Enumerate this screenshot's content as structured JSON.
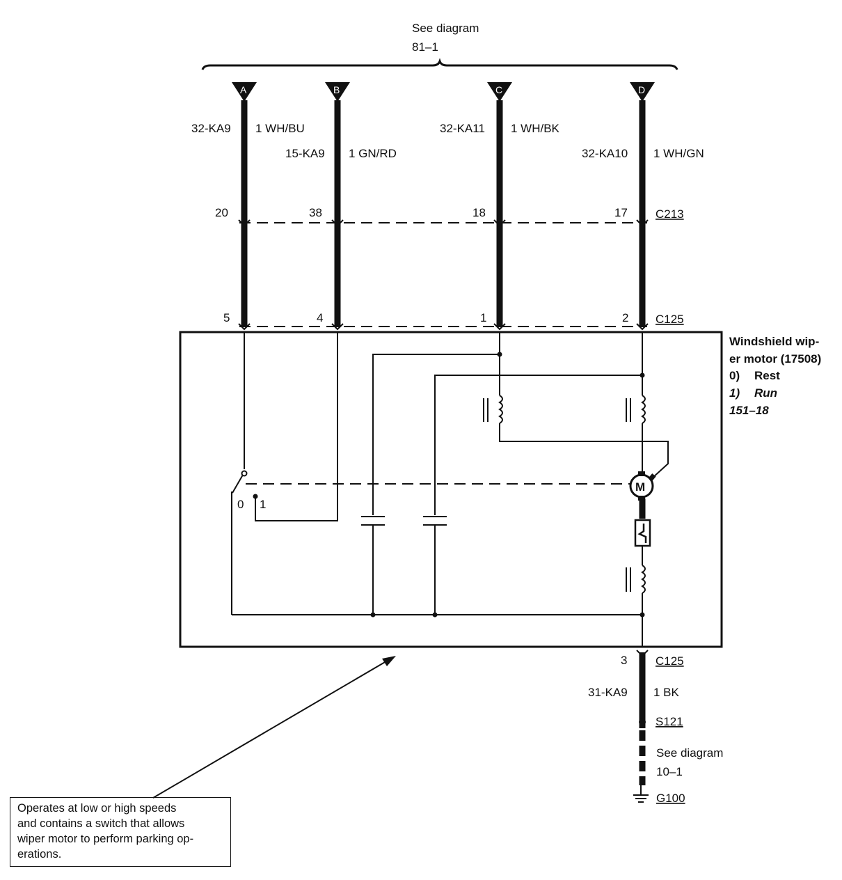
{
  "top_ref": {
    "line1": "See diagram",
    "line2": "81–1"
  },
  "terminals": [
    {
      "letter": "A",
      "circuit": "32-KA9",
      "wire": "1 WH/BU",
      "pin_c213": "20",
      "pin_c125": "5"
    },
    {
      "letter": "B",
      "circuit": "15-KA9",
      "wire": "1 GN/RD",
      "pin_c213": "38",
      "pin_c125": "4"
    },
    {
      "letter": "C",
      "circuit": "32-KA11",
      "wire": "1 WH/BK",
      "pin_c213": "18",
      "pin_c125": "1"
    },
    {
      "letter": "D",
      "circuit": "32-KA10",
      "wire": "1 WH/GN",
      "pin_c213": "17",
      "pin_c125": "2"
    }
  ],
  "connectors": {
    "c213": "C213",
    "c125_top": "C125",
    "c125_bottom": "C125"
  },
  "component": {
    "name_line1": "Windshield wip-",
    "name_line2": "er motor (17508)",
    "state0_num": "0)",
    "state0": "Rest",
    "state1_num": "1)",
    "state1": "Run",
    "ref": "151–18",
    "switch_pos0": "0",
    "switch_pos1": "1",
    "motor_symbol": "M"
  },
  "ground_wire": {
    "pin": "3",
    "circuit": "31-KA9",
    "wire": "1 BK",
    "splice": "S121",
    "ground": "G100"
  },
  "bottom_ref": {
    "line1": "See diagram",
    "line2": "10–1"
  },
  "note": "Operates at low or high speeds\nand contains a switch that allows\nwiper motor to perform parking op-\nerations.",
  "icons": [
    "connector-triangle-icon",
    "ground-icon",
    "motor-icon",
    "coil-icon",
    "capacitor-icon",
    "circuit-breaker-icon"
  ]
}
